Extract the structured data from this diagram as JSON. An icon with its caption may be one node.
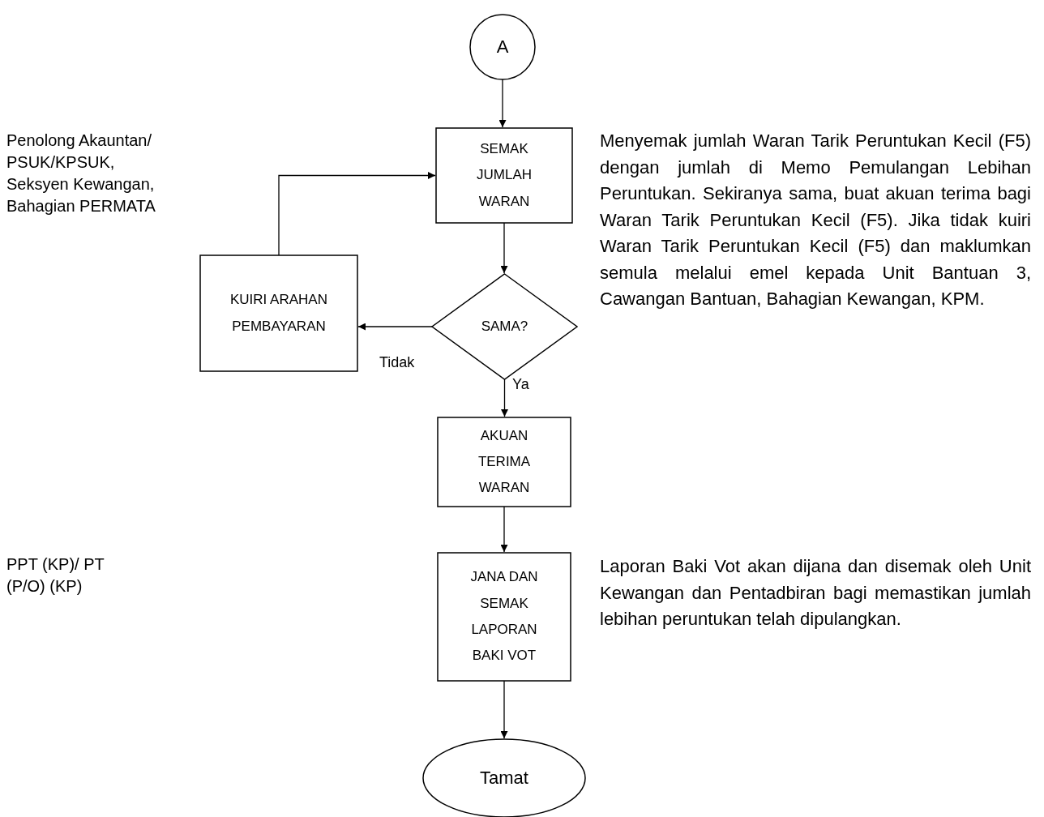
{
  "diagram": {
    "nodes": [
      {
        "text": [
          "A"
        ]
      },
      {
        "text": [
          "SEMAK JUMLAH WARAN"
        ]
      },
      {
        "text": [
          "SAMA?"
        ]
      },
      {
        "text": [
          "KUIRI ARAHAN PEMBAYARAN"
        ]
      },
      {
        "text": [
          "AKUAN TERIMA WARAN"
        ]
      },
      {
        "text": [
          "JANA DAN SEMAK LAPORAN BAKI VOT"
        ]
      },
      {
        "text": [
          "Tamat"
        ]
      }
    ],
    "edges": [
      {
        "from": 0,
        "to": 1,
        "arrow": "to"
      },
      {
        "from": 1,
        "to": 2,
        "arrow": "to"
      },
      {
        "from": 2,
        "to": 3,
        "arrow": "to",
        "label": "Tidak"
      },
      {
        "from": 3,
        "to": 1,
        "arrow": "to"
      },
      {
        "from": 2,
        "to": 4,
        "arrow": "to",
        "label": "Ya"
      },
      {
        "from": 4,
        "to": 5,
        "arrow": "to"
      },
      {
        "from": 5,
        "to": 6,
        "arrow": "to"
      }
    ],
    "labels": [
      "Penolong Akauntan/ PSUK/KPSUK, Seksyen Kewangan, Bahagian PERMATA",
      "Menyemak jumlah Waran Tarik Peruntukan Kecil (F5) dengan jumlah di Memo Pemulangan Lebihan Peruntukan. Sekiranya sama, buat akuan terima bagi Waran Tarik Peruntukan Kecil (F5). Jika tidak kuiri Waran Tarik Peruntukan Kecil (F5) dan maklumkan semula melalui emel kepada Unit Bantuan 3, Cawangan Bantuan, Bahagian Kewangan, KPM.",
      "PPT (KP)/ PT (P/O) (KP)",
      "Laporan Baki Vot akan dijana dan disemak oleh Unit Kewangan dan Pentadbiran bagi memastikan jumlah lebihan peruntukan telah dipulangkan."
    ]
  }
}
